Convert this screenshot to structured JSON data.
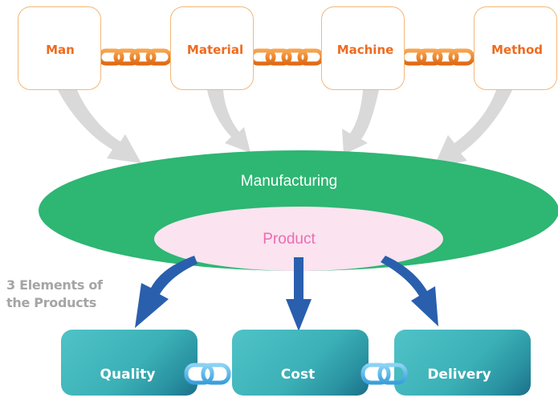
{
  "inputs": [
    {
      "label": "Man"
    },
    {
      "label": "Material"
    },
    {
      "label": "Machine"
    },
    {
      "label": "Method"
    }
  ],
  "process": {
    "label": "Manufacturing"
  },
  "product": {
    "label": "Product"
  },
  "side_note": {
    "line1": "3 Elements of",
    "line2": "the Products"
  },
  "elements": [
    {
      "label": "Quality"
    },
    {
      "label": "Cost"
    },
    {
      "label": "Delivery"
    }
  ],
  "colors": {
    "input_border": "#f2b879",
    "input_text": "#ee6b1f",
    "chain_orange": "#f08a2c",
    "chain_blue": "#4ab0e6",
    "gray_arrow": "#d9d9d9",
    "manufacturing": "#2eb673",
    "product": "#fbe3f0",
    "product_text": "#ec6cb0",
    "blue_arrow": "#2a5fae",
    "teal": "#3bb0b6"
  },
  "icons": {
    "input_link": "chain-link-icon",
    "element_link": "chain-link-icon",
    "flow_arrow": "curved-arrow-icon"
  }
}
